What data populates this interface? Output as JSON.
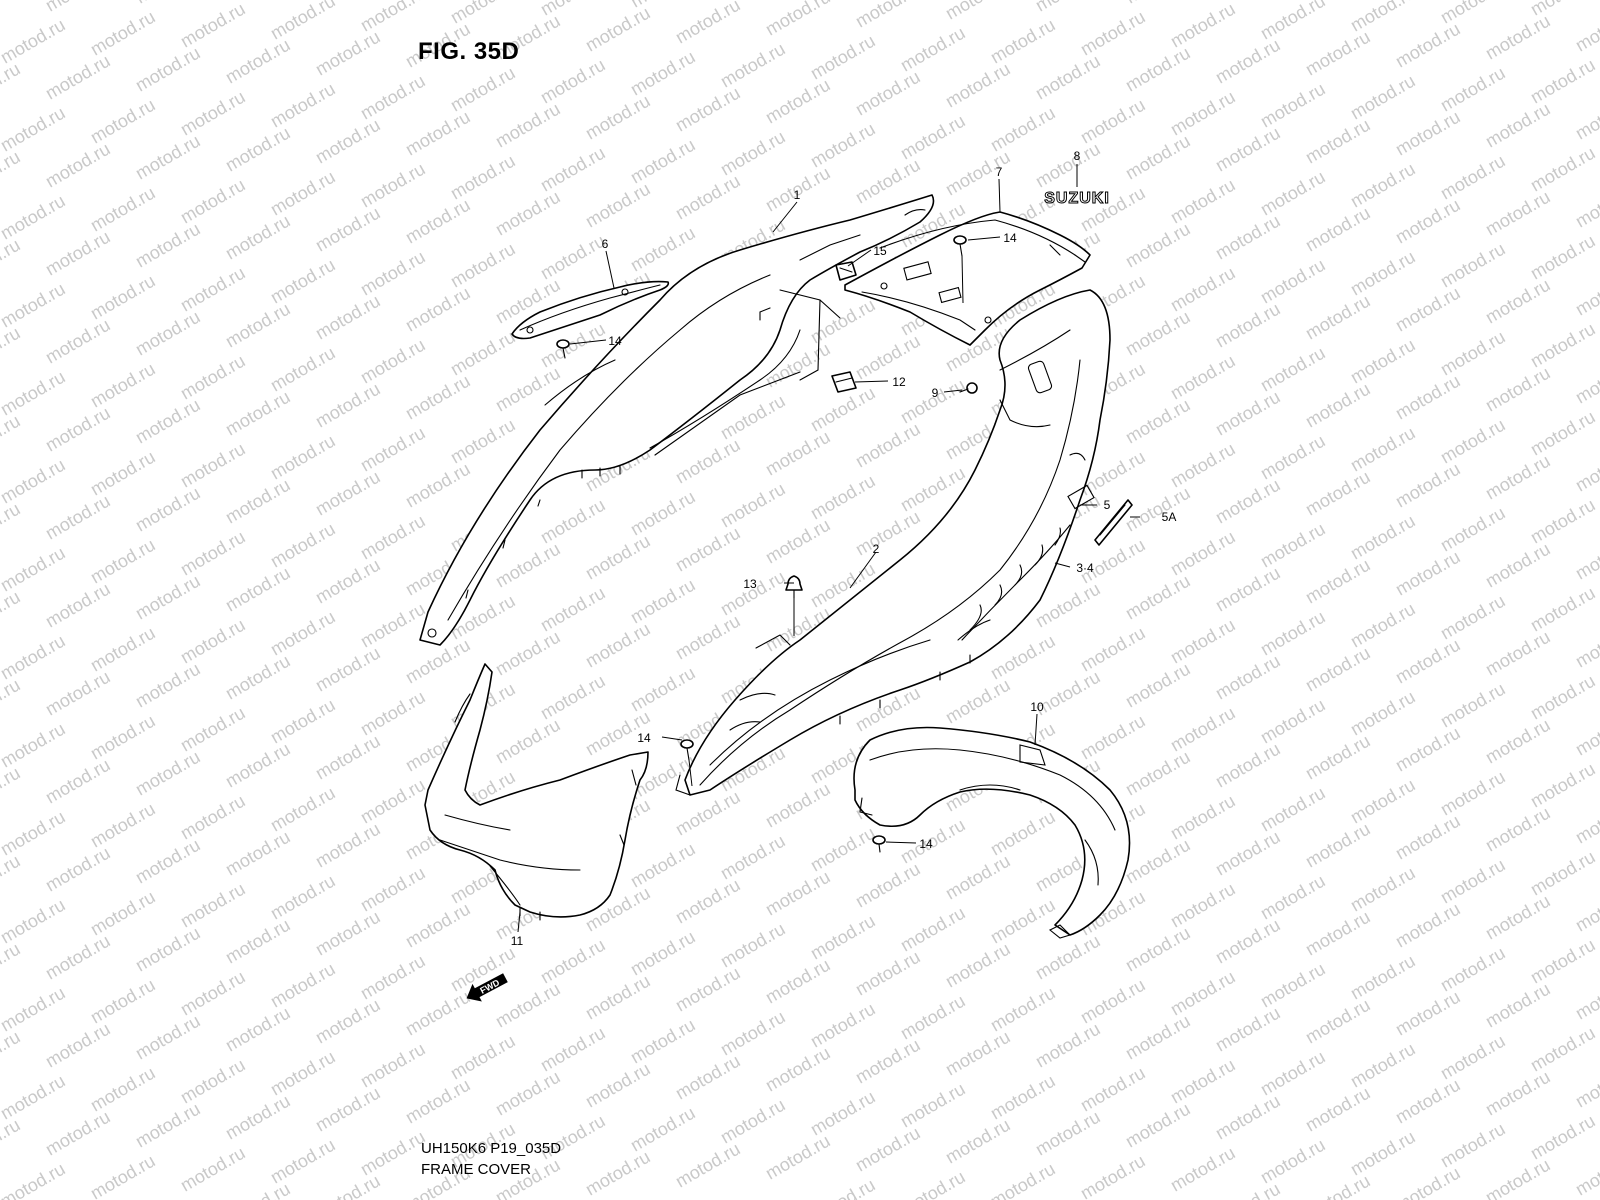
{
  "figure": {
    "title": "FIG. 35D"
  },
  "footer": {
    "code": "UH150K6 P19_035D",
    "name": "FRAME COVER"
  },
  "watermark": {
    "text": "motod.ru",
    "color": "#c9c9c9"
  },
  "emblem": {
    "text": "SUZUKI"
  },
  "fwd_arrow": {
    "text": "FWD"
  },
  "callouts": {
    "c1": "1",
    "c2": "2",
    "c34": "3·4",
    "c5": "5",
    "c5a": "5A",
    "c6": "6",
    "c7": "7",
    "c8": "8",
    "c9": "9",
    "c10": "10",
    "c11": "11",
    "c12": "12",
    "c13": "13",
    "c14a": "14",
    "c14b": "14",
    "c14c": "14",
    "c14d": "14",
    "c15": "15"
  }
}
